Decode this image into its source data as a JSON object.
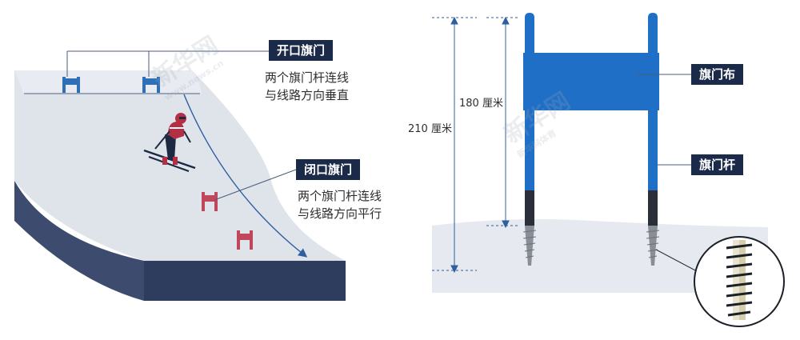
{
  "left_panel": {
    "open_gate": {
      "title": "开口旗门",
      "desc_line1": "两个旗门杆连线",
      "desc_line2": "与线路方向垂直"
    },
    "closed_gate": {
      "title": "闭口旗门",
      "desc_line1": "两个旗门杆连线",
      "desc_line2": "与线路方向平行"
    }
  },
  "right_panel": {
    "flag_cloth_label": "旗门布",
    "flag_pole_label": "旗门杆",
    "dim_180": "180 厘米",
    "dim_210": "210 厘米"
  },
  "watermark": {
    "big": "新华网",
    "small": "www.news.cn",
    "sub": "新华网体育"
  },
  "colors": {
    "open_gate": "#2e6fb6",
    "closed_gate": "#c0465c",
    "slope_surface": "#dfe3ea",
    "slope_side": "#445472",
    "flag_blue": "#1f6fc6",
    "label_bg": "#1b2a48"
  }
}
